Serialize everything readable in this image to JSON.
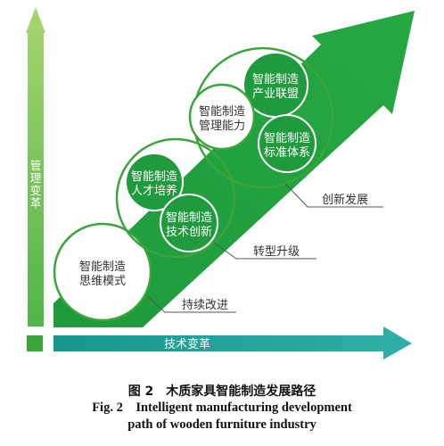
{
  "axes": {
    "vertical_label": "管理变革",
    "horizontal_label": "技术变革"
  },
  "stages": [
    {
      "label": "持续改进",
      "nodes": [
        {
          "lines": [
            "智能制造",
            "思维模式"
          ],
          "style": "outline"
        }
      ]
    },
    {
      "label": "转型升级",
      "nodes": [
        {
          "lines": [
            "智能制造",
            "人才培养"
          ],
          "style": "filled"
        },
        {
          "lines": [
            "智能制造",
            "技术创新"
          ],
          "style": "filled"
        }
      ]
    },
    {
      "label": "创新发展",
      "nodes": [
        {
          "lines": [
            "智能制造",
            "产业联盟"
          ],
          "style": "filled"
        },
        {
          "lines": [
            "智能制造",
            "管理能力"
          ],
          "style": "outline"
        },
        {
          "lines": [
            "智能制造",
            "标准体系"
          ],
          "style": "filled"
        }
      ]
    }
  ],
  "caption": {
    "zh": "图 2　木质家具智能制造发展路径",
    "en_line1": "Fig. 2　Intelligent manufacturing development",
    "en_line2": "path of wooden furniture industry"
  },
  "colors": {
    "green": "#3aa53a",
    "dark_green": "#1f9a3c",
    "light_green": "#a6d36b",
    "teal": "#1e9e96",
    "label_text": "#333333"
  }
}
